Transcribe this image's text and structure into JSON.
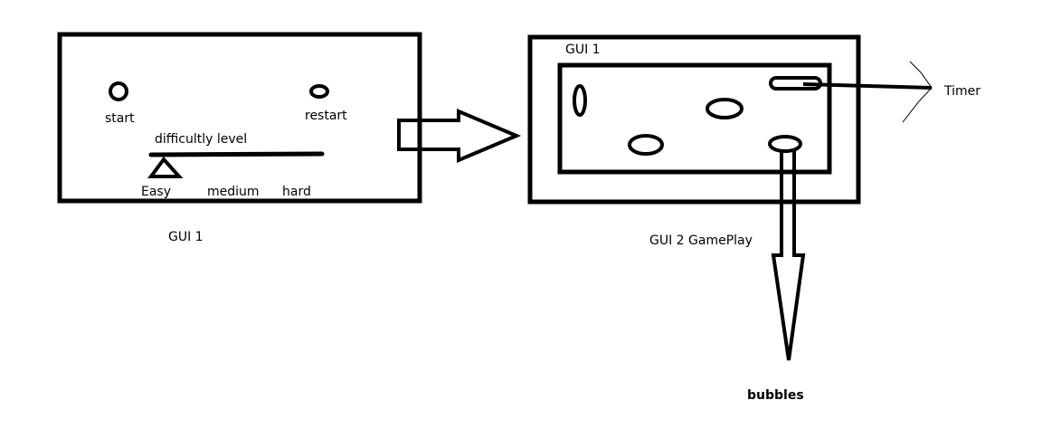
{
  "colors": {
    "ink": "#000000",
    "background": "#ffffff"
  },
  "gui1": {
    "start_label": "start",
    "restart_label": "restart",
    "difficulty_label": "difficultly level",
    "levels": [
      "Easy",
      "medium",
      "hard"
    ],
    "caption": "GUI 1"
  },
  "gui2": {
    "inner_title": "GUI 1",
    "caption": "GUI 2 GamePlay",
    "timer_label": "Timer",
    "bubbles_label": "bubbles"
  }
}
